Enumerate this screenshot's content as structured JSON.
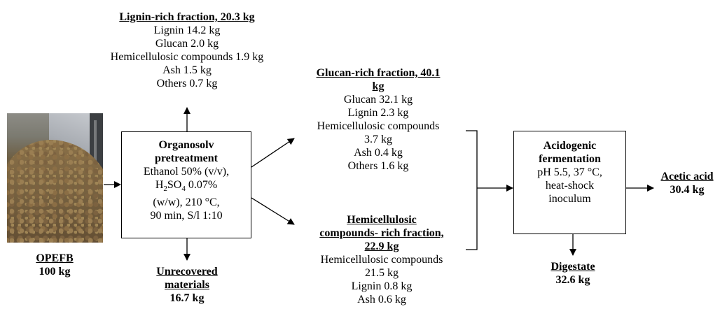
{
  "feedstock": {
    "name": "OPEFB",
    "amount": "100 kg"
  },
  "lignin_fraction": {
    "title": "Lignin-rich fraction, 20.3 kg",
    "lines": [
      "Lignin 14.2 kg",
      "Glucan 2.0 kg",
      "Hemicellulosic compounds 1.9 kg",
      "Ash 1.5 kg",
      "Others 0.7 kg"
    ]
  },
  "pretreatment": {
    "title_line1": "Organosolv",
    "title_line2": "pretreatment",
    "line1": "Ethanol 50% (v/v),",
    "h2so4_h": "H",
    "h2so4_sub2": "2",
    "h2so4_so": "SO",
    "h2so4_sub4": "4",
    "h2so4_rest": " 0.07%",
    "line3": "(w/w), 210 °C,",
    "line4": "90 min, S/l 1:10"
  },
  "unrecovered": {
    "title_line1": "Unrecovered",
    "title_line2": "materials",
    "amount": "16.7 kg"
  },
  "glucan_fraction": {
    "title_line1": "Glucan-rich fraction, 40.1",
    "title_line2": "kg",
    "lines": [
      "Glucan 32.1 kg",
      "Lignin 2.3 kg",
      "Hemicellulosic compounds",
      "3.7 kg",
      "Ash 0.4 kg",
      "Others 1.6 kg"
    ]
  },
  "hemi_fraction": {
    "title_line1": "Hemicellulosic",
    "title_line2": "compounds- rich fraction,",
    "title_line3": "22.9 kg",
    "lines": [
      "Hemicellulosic compounds",
      "21.5 kg",
      "Lignin 0.8 kg",
      "Ash 0.6 kg"
    ]
  },
  "fermentation": {
    "title_line1": "Acidogenic",
    "title_line2": "fermentation",
    "lines": [
      "pH 5.5, 37 °C,",
      "heat-shock",
      "inoculum"
    ]
  },
  "acetic_acid": {
    "title": "Acetic acid",
    "amount": "30.4 kg"
  },
  "digestate": {
    "title": "Digestate",
    "amount": "32.6 kg"
  }
}
